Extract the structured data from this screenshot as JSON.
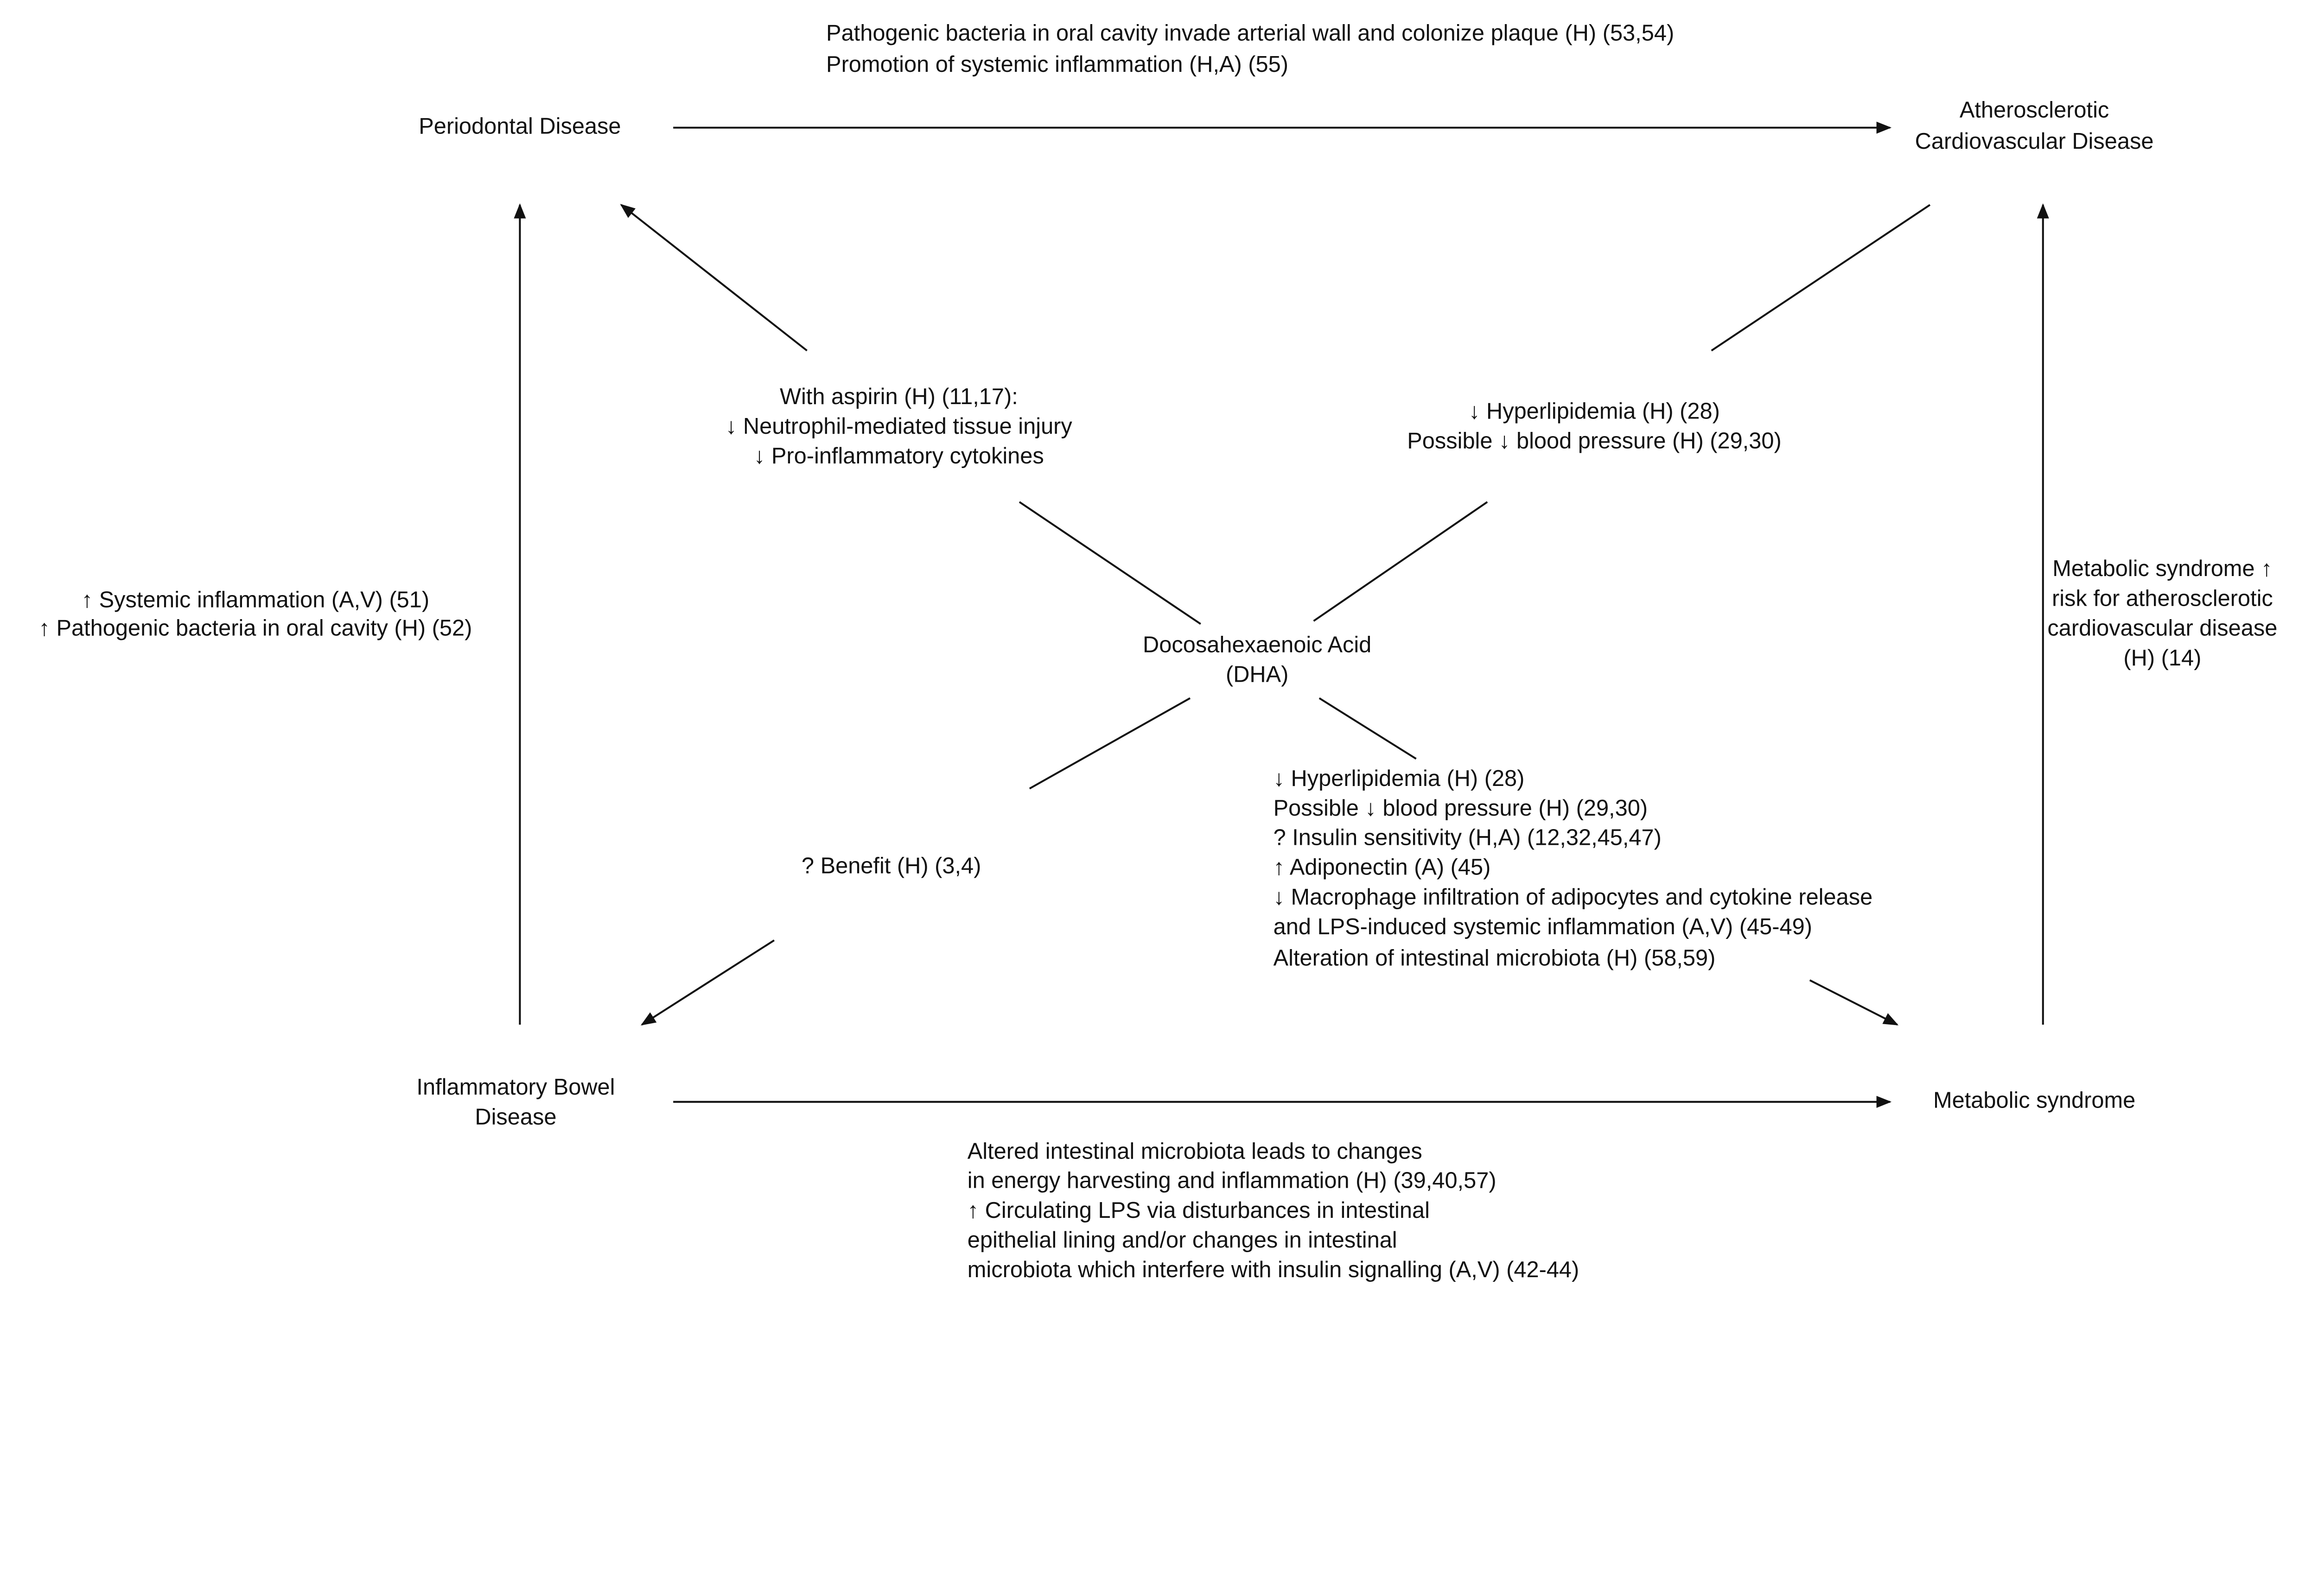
{
  "nodes": {
    "periodontal": "Periodontal Disease",
    "ascvd": [
      "Atherosclerotic",
      "Cardiovascular Disease"
    ],
    "ibd": [
      "Inflammatory Bowel",
      "Disease"
    ],
    "metabolic": "Metabolic syndrome",
    "dha": [
      "Docosahexaenoic Acid",
      "(DHA)"
    ]
  },
  "edges": {
    "periodontal_to_ascvd": [
      "Pathogenic bacteria in oral cavity invade arterial wall and colonize plaque (H) (53,54)",
      "Promotion of systemic inflammation (H,A) (55)"
    ],
    "ibd_to_periodontal": [
      "↑ Systemic inflammation (A,V) (51)",
      "↑ Pathogenic bacteria in oral cavity (H) (52)"
    ],
    "metabolic_to_ascvd": [
      "Metabolic syndrome ↑",
      "risk for atherosclerotic",
      "cardiovascular disease",
      "(H) (14)"
    ],
    "ibd_to_metabolic": [
      "Altered intestinal microbiota leads to changes",
      "in energy harvesting and inflammation (H) (39,40,57)",
      "↑ Circulating LPS via disturbances in intestinal",
      "epithelial lining and/or changes in intestinal",
      "microbiota which interfere with insulin signalling (A,V) (42-44)"
    ],
    "dha_to_periodontal": [
      "With aspirin (H) (11,17):",
      "↓ Neutrophil-mediated tissue injury",
      "↓ Pro-inflammatory cytokines"
    ],
    "dha_to_ascvd": [
      "↓ Hyperlipidemia (H) (28)",
      "Possible ↓ blood pressure (H) (29,30)"
    ],
    "dha_to_ibd": "? Benefit (H) (3,4)",
    "dha_to_metabolic": [
      "↓ Hyperlipidemia (H) (28)",
      "Possible ↓ blood pressure (H) (29,30)",
      "? Insulin sensitivity (H,A) (12,32,45,47)",
      "↑ Adiponectin (A) (45)",
      "↓ Macrophage infiltration of adipocytes and cytokine release",
      "and LPS-induced systemic inflammation (A,V) (45-49)",
      "Alteration of intestinal microbiota (H) (58,59)"
    ]
  }
}
